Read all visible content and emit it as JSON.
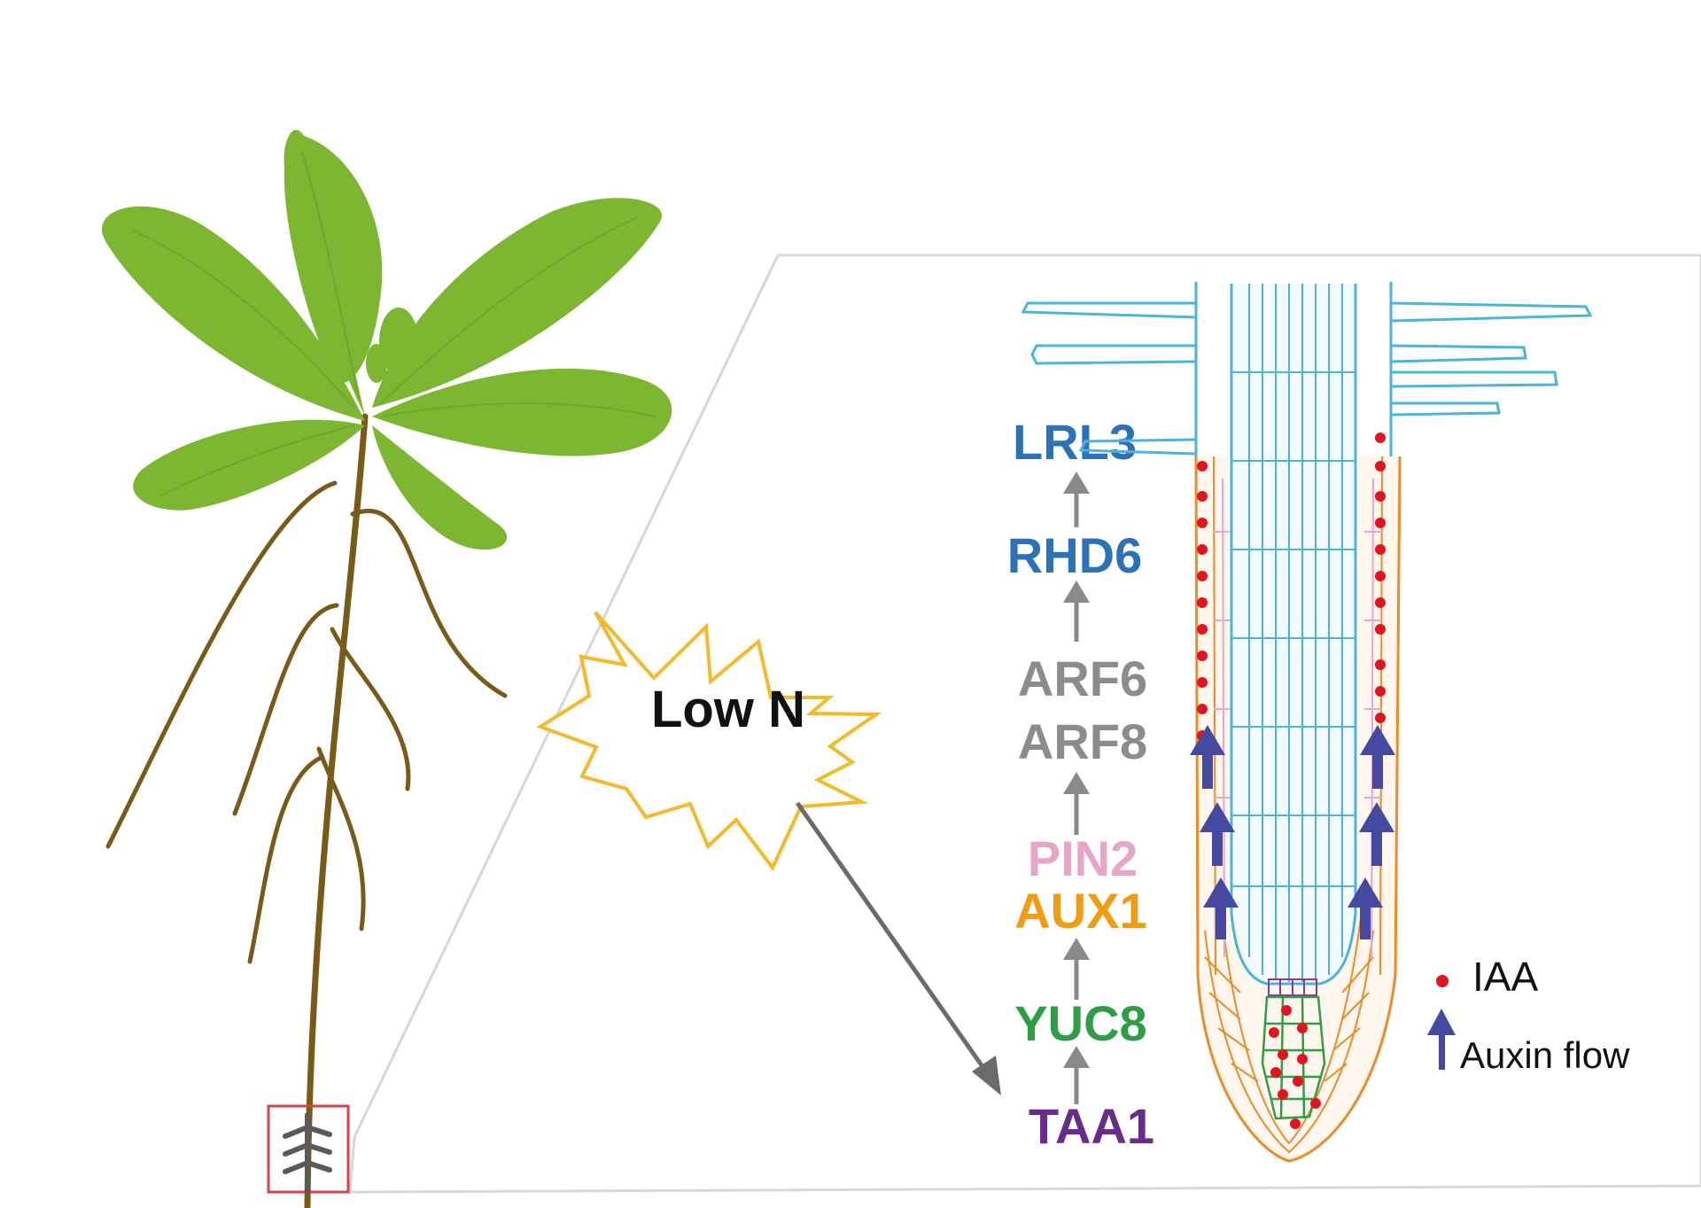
{
  "stimulus": {
    "label": "Low N"
  },
  "pathway": {
    "genes": [
      {
        "label": "LRL3",
        "color": "#2b73b6"
      },
      {
        "label": "RHD6",
        "color": "#2b73b6"
      },
      {
        "label": "ARF6",
        "color": "#8c8c8c"
      },
      {
        "label": "ARF8",
        "color": "#8c8c8c"
      },
      {
        "label": "PIN2",
        "color": "#e7a6c9"
      },
      {
        "label": "AUX1",
        "color": "#f39c12"
      },
      {
        "label": "YUC8",
        "color": "#2e9e45"
      },
      {
        "label": "TAA1",
        "color": "#6a2c8c"
      }
    ]
  },
  "legend": {
    "items": [
      {
        "label": "IAA",
        "symbol": "red-dot",
        "color": "#e3141f"
      },
      {
        "label": "Auxin flow",
        "symbol": "blue-arrow",
        "color": "#454aa0"
      }
    ]
  },
  "colors": {
    "leaf": "#7db731",
    "stem": "#7a5a17",
    "root_cells": "#4bb4de",
    "cortex": "#f08a24",
    "zoom_box": "#d9414a"
  }
}
